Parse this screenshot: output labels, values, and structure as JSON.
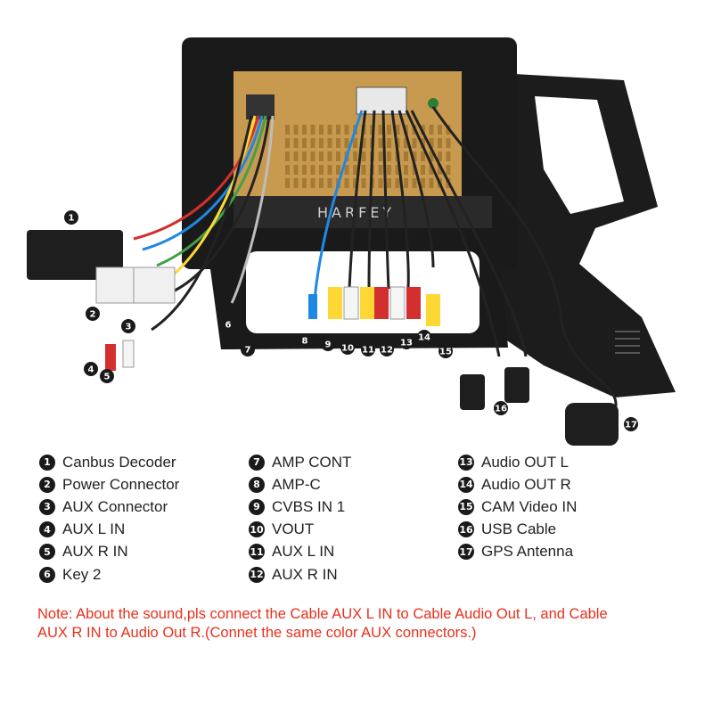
{
  "product": {
    "brand": "HARFEY"
  },
  "colors": {
    "note": "#e8301c",
    "tag_bg": "#1a1a1a",
    "body_label": "#222222",
    "unit_panel": "#c89a4f",
    "frame": "#1c1c1c"
  },
  "callouts": [
    {
      "n": "1",
      "label": "Canbus Decoder"
    },
    {
      "n": "2",
      "label": "Power Connector"
    },
    {
      "n": "3",
      "label": "AUX Connector"
    },
    {
      "n": "4",
      "label": "AUX L IN"
    },
    {
      "n": "5",
      "label": "AUX R IN"
    },
    {
      "n": "6",
      "label": "Key 2"
    },
    {
      "n": "7",
      "label": "AMP CONT"
    },
    {
      "n": "8",
      "label": "AMP-C"
    },
    {
      "n": "9",
      "label": "CVBS IN 1"
    },
    {
      "n": "10",
      "label": "VOUT"
    },
    {
      "n": "11",
      "label": "AUX L IN"
    },
    {
      "n": "12",
      "label": "AUX R IN"
    },
    {
      "n": "13",
      "label": "Audio OUT L"
    },
    {
      "n": "14",
      "label": "Audio OUT R"
    },
    {
      "n": "15",
      "label": "CAM Video IN"
    },
    {
      "n": "16",
      "label": "USB Cable"
    },
    {
      "n": "17",
      "label": "GPS Antenna"
    }
  ],
  "note": "Note: About the sound,pls connect the Cable AUX L IN to Cable Audio Out L, and Cable\nAUX R IN to  Audio Out R.(Connet the same color AUX connectors.)"
}
